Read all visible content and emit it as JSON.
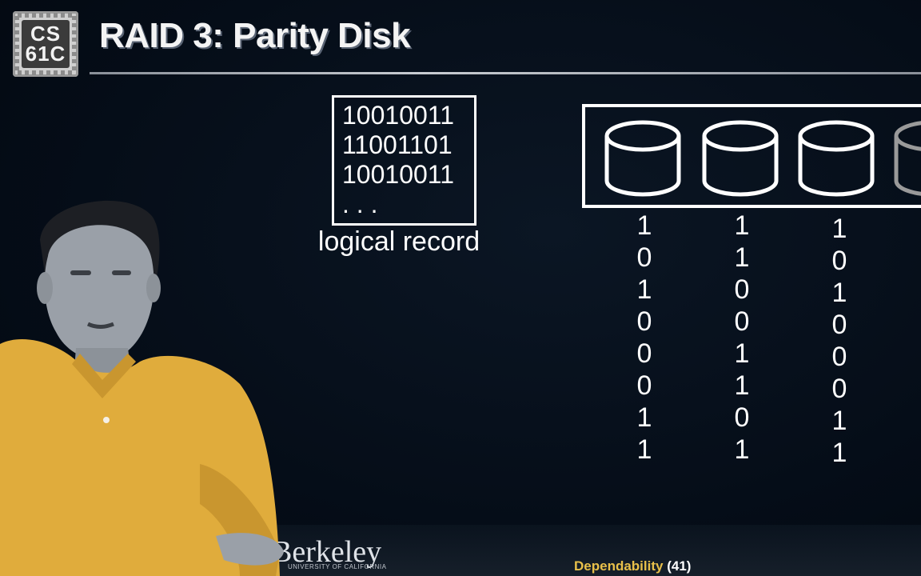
{
  "logo": {
    "line1": "CS",
    "line2": "61C"
  },
  "title": "RAID 3: Parity Disk",
  "logical_record": {
    "lines": [
      "10010011",
      "11001101",
      "10010011",
      ". . ."
    ],
    "label": "logical record"
  },
  "disk_icon": "cylinder-disk-icon",
  "disk_columns": [
    {
      "bits": [
        "1",
        "0",
        "1",
        "0",
        "0",
        "0",
        "1",
        "1"
      ]
    },
    {
      "bits": [
        "1",
        "1",
        "0",
        "0",
        "1",
        "1",
        "0",
        "1"
      ]
    },
    {
      "bits": [
        "1",
        "0",
        "1",
        "0",
        "0",
        "0",
        "1",
        "1"
      ]
    }
  ],
  "footer": {
    "institution": "Berkeley",
    "institution_sub": "UNIVERSITY OF CALIFORNIA",
    "topic": "Dependability",
    "page": "(41)"
  },
  "colors": {
    "background": "#050d18",
    "topic_accent": "#e8c04a",
    "shirt": "#e0ac3c"
  }
}
